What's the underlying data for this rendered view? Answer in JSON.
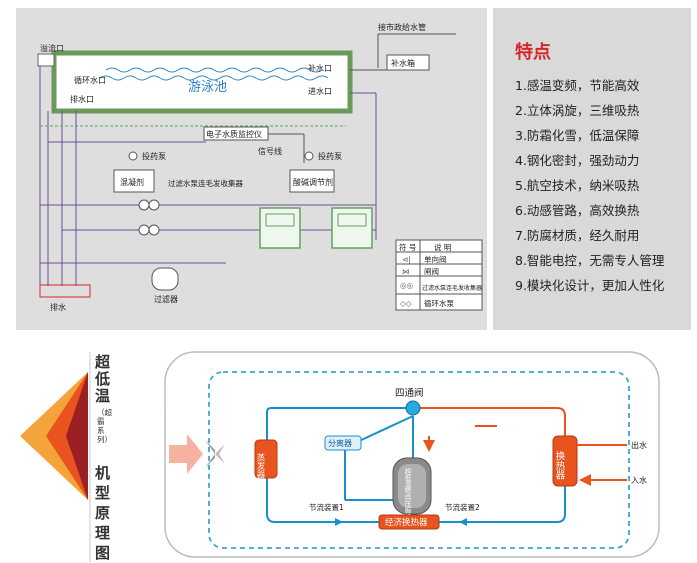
{
  "top_diagram": {
    "labels": {
      "overflow": "溢流口",
      "circulation_outlet": "循环水口",
      "drain_outlet": "排水口",
      "pool": "游泳池",
      "refill_port": "补水口",
      "inlet_port": "进水口",
      "city_water": "接市政给水管",
      "refill_tank": "补水箱",
      "monitor": "电子水质监控仪",
      "signal_line": "信号线",
      "dosing_pump_left": "投药泵",
      "dosing_pump_right": "投药泵",
      "coagulant": "混凝剂",
      "ph_regulator": "酸碱调节剂",
      "hair_collector": "过滤水泵连毛发收集器",
      "filter": "过滤器",
      "drain": "排水"
    },
    "legend": {
      "col_symbol": "符 号",
      "col_desc": "说 明",
      "rows": [
        {
          "desc": "单向阀"
        },
        {
          "desc": "闸阀"
        },
        {
          "desc": "过滤水泵连毛发收集器"
        },
        {
          "desc": "循环水泵"
        }
      ]
    }
  },
  "features": {
    "title": "特点",
    "items": [
      "1.感温变频，节能高效",
      "2.立体涡旋，三维吸热",
      "3.防霜化雪，低温保障",
      "4.钢化密封，强劲动力",
      "5.航空技术，纳米吸热",
      "6.动感管路，高效换热",
      "7.防腐材质，经久耐用",
      "8.智能电控，无需专人管理",
      "9.模块化设计，更加人性化"
    ]
  },
  "heading": {
    "main": "超低温",
    "sub": "（超霸系列）",
    "rest": [
      "机",
      "型",
      "原",
      "理",
      "图"
    ]
  },
  "principle": {
    "four_way_valve": "四通阀",
    "evaporator": "蒸发器",
    "separator": "分离器",
    "compressor": "超低温喷焓压缩机",
    "heat_exchanger": "换热器",
    "economizer": "经济换热器",
    "throttle1": "节流装置1",
    "throttle2": "节流装置2",
    "water_out": "出水",
    "water_in": "入水"
  },
  "colors": {
    "panel_gray": "#dedede",
    "feature_title": "#d6262a",
    "refrigerant_blue": "#1a8fd0",
    "hot_orange": "#e8531e",
    "dash_cyan": "#3aa6cf",
    "pipe_purple": "#6a4d9c",
    "pipe_green": "#5fa45e"
  }
}
